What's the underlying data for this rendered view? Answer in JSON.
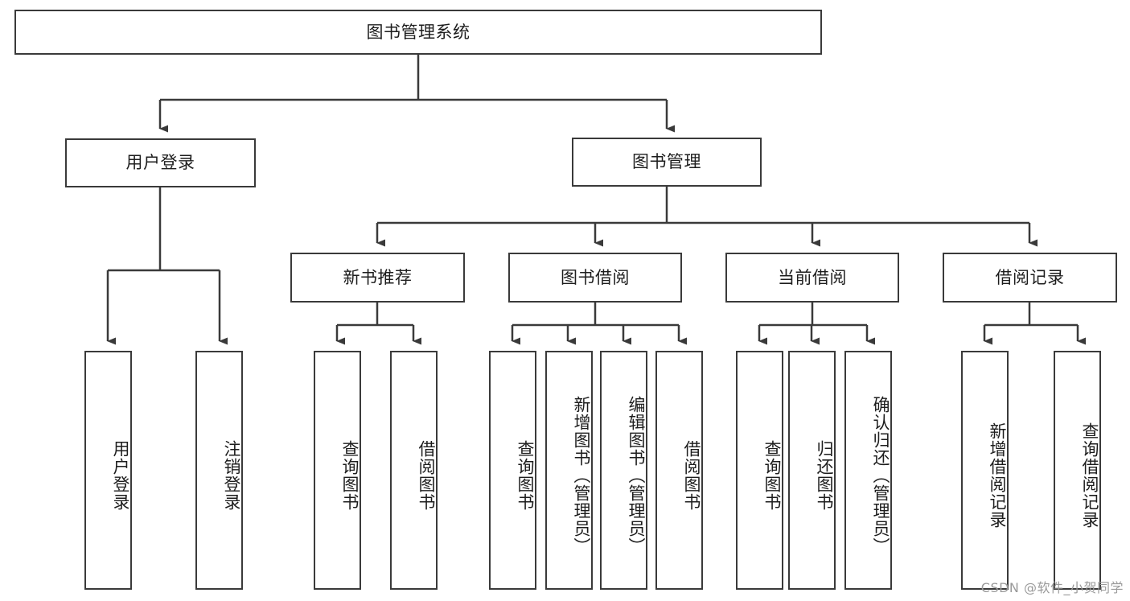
{
  "diagram": {
    "title": "图书管理系统",
    "type": "tree",
    "watermark": "CSDN @软件_小贺同学",
    "colors": {
      "stroke": "#3a3a3a",
      "text": "#1d1d1d",
      "background": "#ffffff",
      "watermark": "#9a9a9a"
    },
    "nodes": {
      "root": {
        "label": "图书管理系统"
      },
      "level2": [
        {
          "label": "用户登录"
        },
        {
          "label": "图书管理"
        }
      ],
      "level3": [
        {
          "label": "新书推荐"
        },
        {
          "label": "图书借阅"
        },
        {
          "label": "当前借阅"
        },
        {
          "label": "借阅记录"
        }
      ],
      "leaves": {
        "user_login": [
          {
            "label": "用户登录"
          },
          {
            "label": "注销登录"
          }
        ],
        "new_book": [
          {
            "label": "查询图书"
          },
          {
            "label": "借阅图书"
          }
        ],
        "book_borrow": [
          {
            "label": "查询图书"
          },
          {
            "label": "新增图书（管理员）"
          },
          {
            "label": "编辑图书（管理员）"
          },
          {
            "label": "借阅图书"
          }
        ],
        "current_borrow": [
          {
            "label": "查询图书"
          },
          {
            "label": "归还图书"
          },
          {
            "label": "确认归还（管理员）"
          }
        ],
        "borrow_record": [
          {
            "label": "新增借阅记录"
          },
          {
            "label": "查询借阅记录"
          }
        ]
      }
    }
  }
}
